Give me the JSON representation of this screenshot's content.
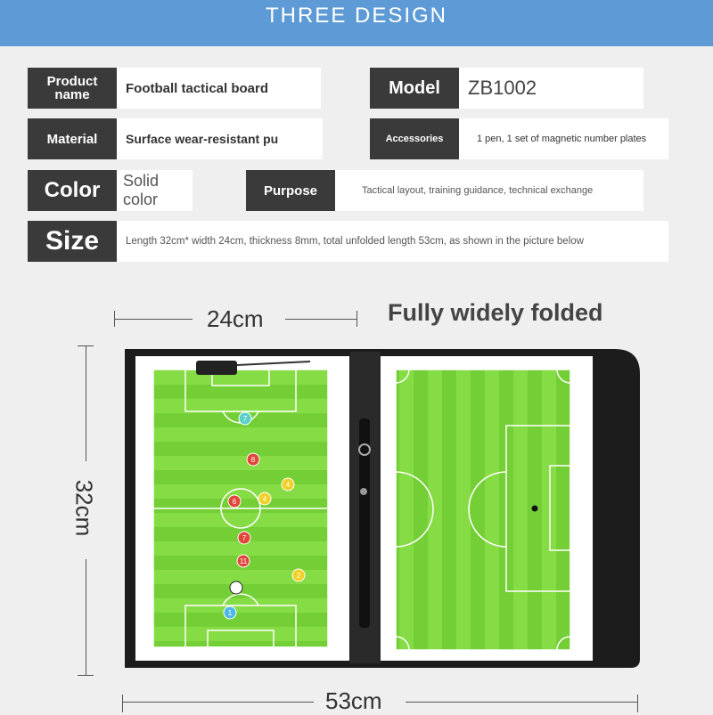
{
  "banner": {
    "title": "THREE DESIGN"
  },
  "specs": {
    "product_name": {
      "label": "Product name",
      "value": "Football tactical board"
    },
    "model": {
      "label": "Model",
      "value": "ZB1002"
    },
    "material": {
      "label": "Material",
      "value": "Surface wear-resistant pu"
    },
    "accessories": {
      "label": "Accessories",
      "value": "1 pen, 1 set of magnetic number plates"
    },
    "color": {
      "label": "Color",
      "value": "Solid color"
    },
    "purpose": {
      "label": "Purpose",
      "value": "Tactical layout, training guidance, technical exchange"
    },
    "size": {
      "label": "Size",
      "value": "Length 32cm* width 24cm, thickness 8mm, total unfolded length 53cm, as shown in the picture below"
    }
  },
  "diagram": {
    "width_label": "24cm",
    "height_label": "32cm",
    "total_label": "53cm",
    "caption": "Fully widely folded",
    "magnets": [
      "7",
      "8",
      "6",
      "4",
      "9",
      "11",
      "2",
      "1"
    ]
  },
  "colors": {
    "banner": "#5e9bd6",
    "label_bg": "#3a3a3a",
    "pitch": "#7ed63a"
  }
}
